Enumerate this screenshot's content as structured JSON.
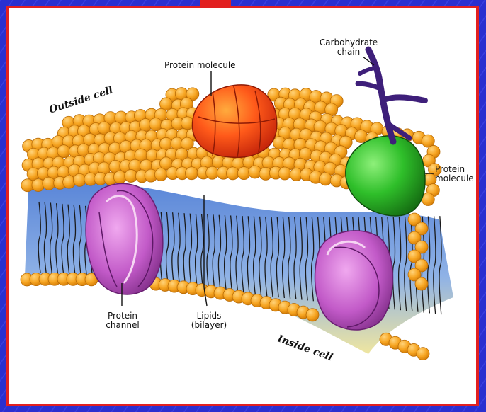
{
  "labels": {
    "carbohydrate_chain": "Carbohydrate\nchain",
    "protein_molecule_top": "Protein molecule",
    "protein_molecule_right": "Protein\nmolecule",
    "outside_cell": "Outside cell",
    "inside_cell": "Inside cell",
    "protein_channel": "Protein\nchannel",
    "lipids_bilayer": "Lipids\n(bilayer)"
  },
  "colors": {
    "background": "#2a2fd0",
    "border": "#e22020",
    "lipid_head": "#f7a623",
    "lipid_head_edge": "#c97605",
    "membrane_core": "#5b7fd0",
    "membrane_core_light": "#f0e9a8",
    "protein_red": "#ee3a12",
    "protein_green": "#2fbf2a",
    "protein_purple": "#b94fc2",
    "carbohydrate": "#4b2a8a"
  }
}
